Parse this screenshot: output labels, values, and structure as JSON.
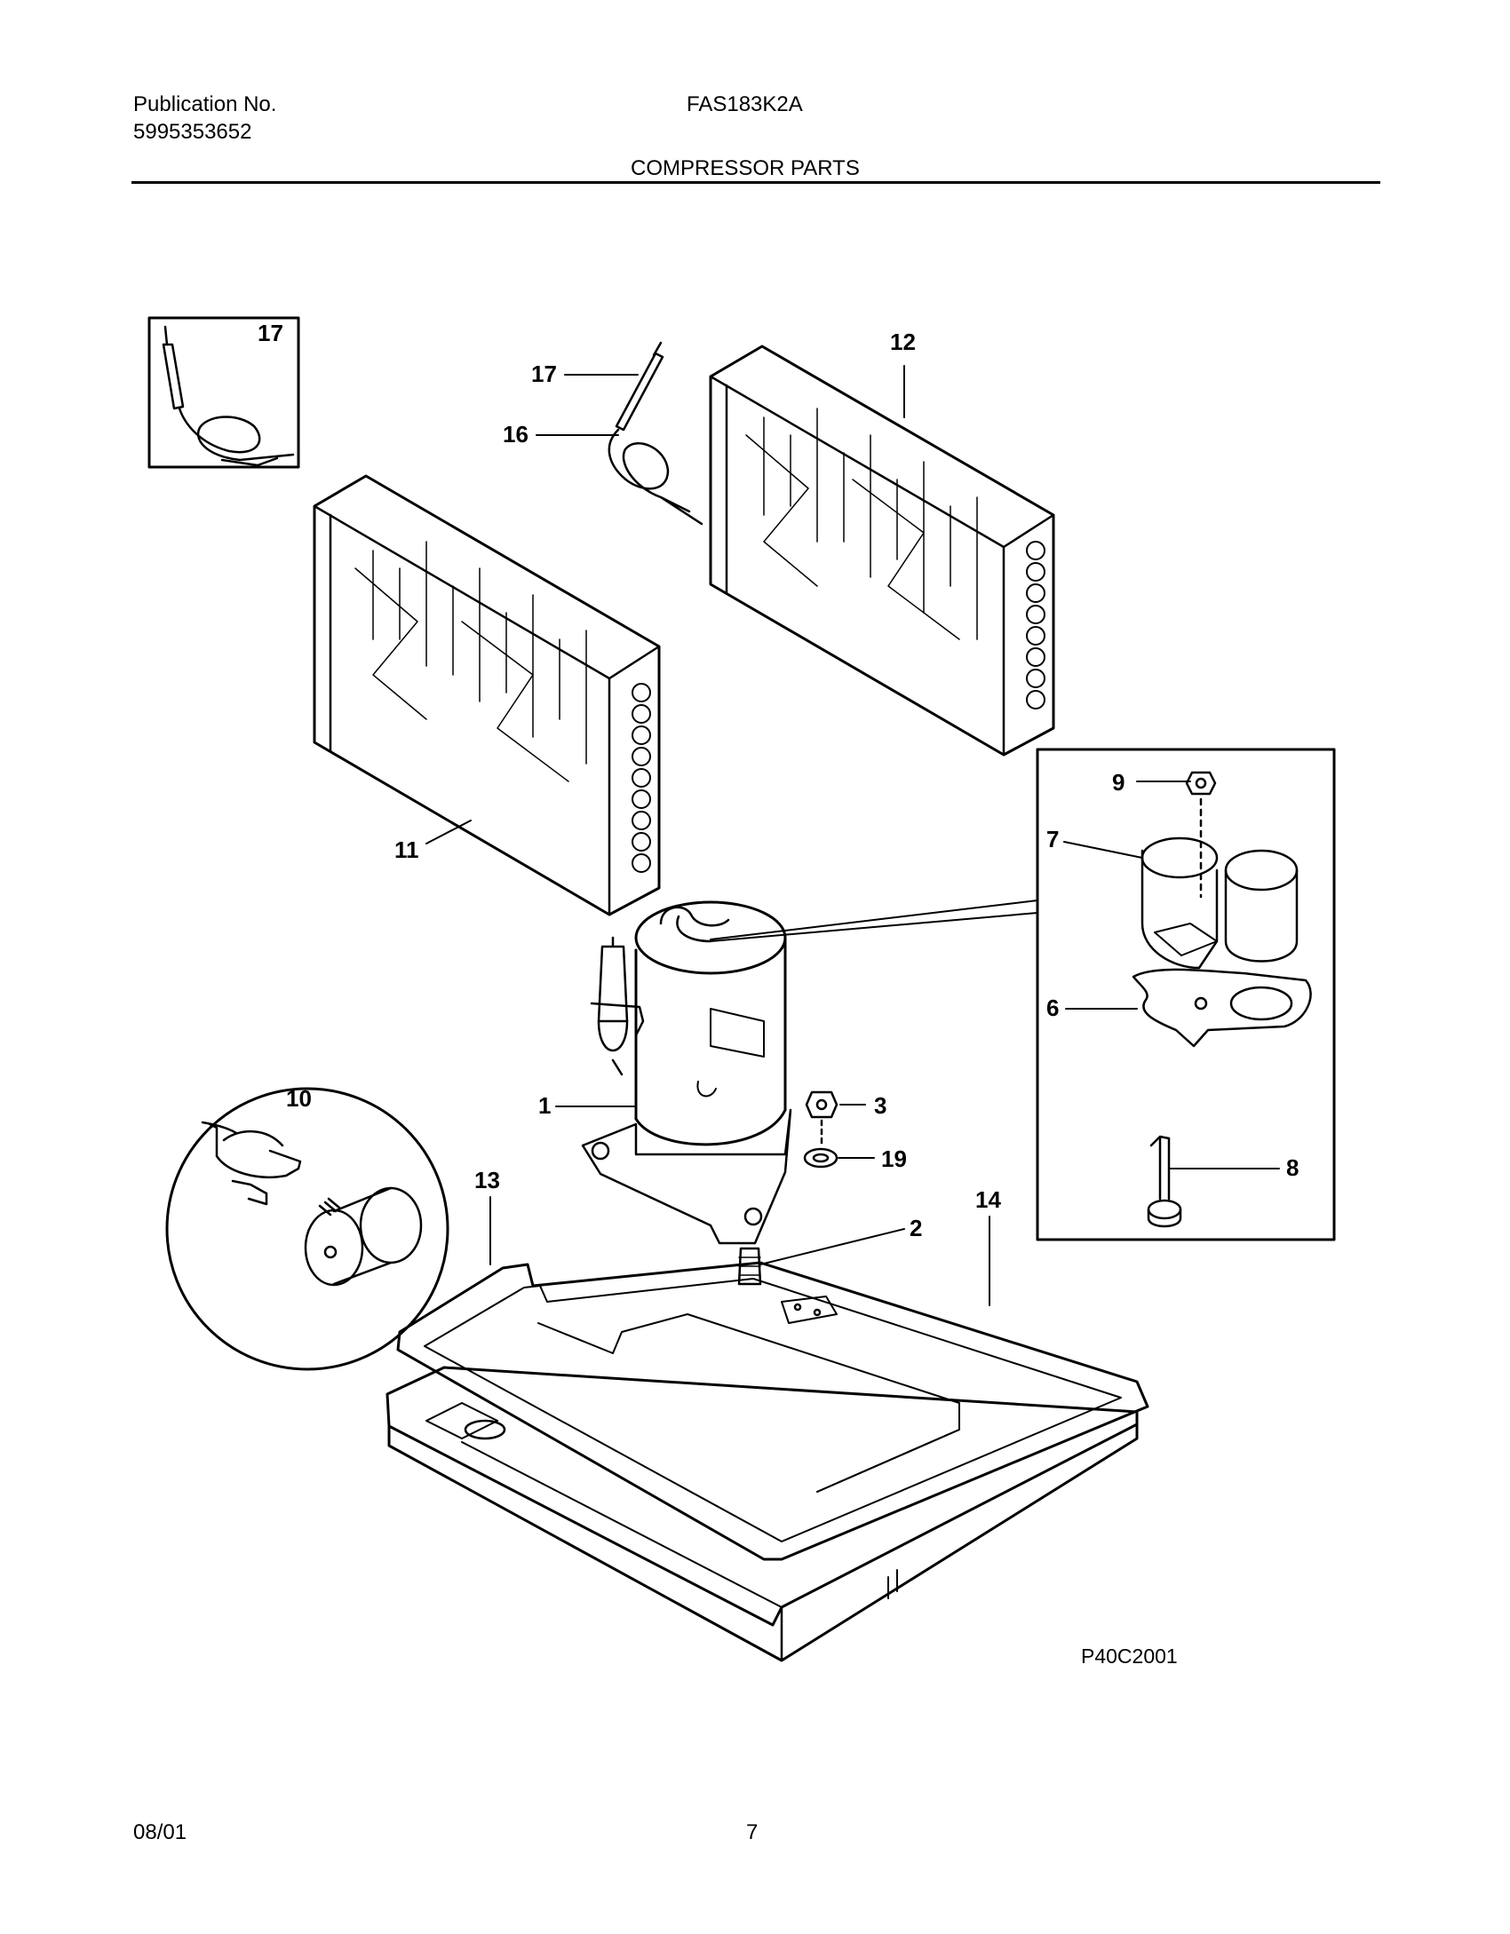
{
  "header": {
    "publication_label": "Publication No.",
    "publication_number": "5995353652",
    "model": "FAS183K2A",
    "section_title": "COMPRESSOR PARTS"
  },
  "callouts": {
    "c1": "1",
    "c2": "2",
    "c3": "3",
    "c6": "6",
    "c7": "7",
    "c8": "8",
    "c9": "9",
    "c10": "10",
    "c11": "11",
    "c12": "12",
    "c13": "13",
    "c14": "14",
    "c16": "16",
    "c17_inset": "17",
    "c17": "17",
    "c19": "19"
  },
  "drawing_code": "P40C2001",
  "footer": {
    "date": "08/01",
    "page": "7"
  }
}
